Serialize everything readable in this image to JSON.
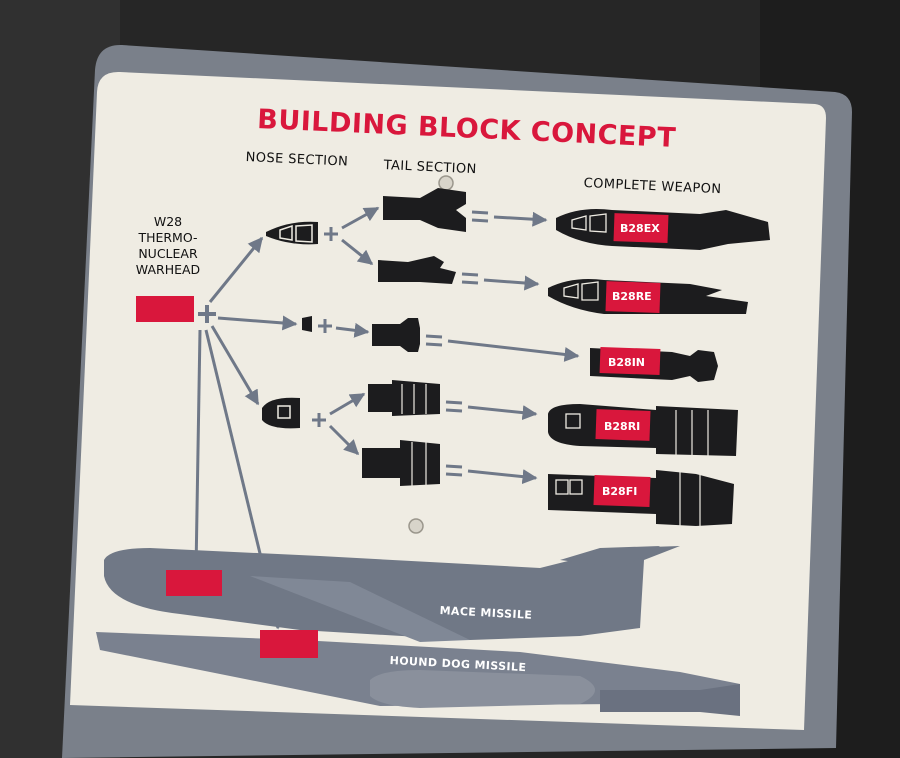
{
  "sign": {
    "title": "BUILDING BLOCK CONCEPT",
    "columns": {
      "nose": "NOSE SECTION",
      "tail": "TAIL SECTION",
      "complete": "COMPLETE WEAPON"
    },
    "warhead_lines": [
      "W28",
      "THERMO-",
      "NUCLEAR",
      "WARHEAD"
    ],
    "weapons": [
      "B28EX",
      "B28RE",
      "B28IN",
      "B28RI",
      "B28FI"
    ],
    "missiles": [
      "MACE MISSILE",
      "HOUND DOG MISSILE"
    ]
  },
  "colors": {
    "frame": "#7a808a",
    "panel": "#efece3",
    "accent_red": "#d9173c",
    "arrow": "#6f7888",
    "silhouette": "#1c1c1e",
    "missile_gray": "#707886"
  }
}
